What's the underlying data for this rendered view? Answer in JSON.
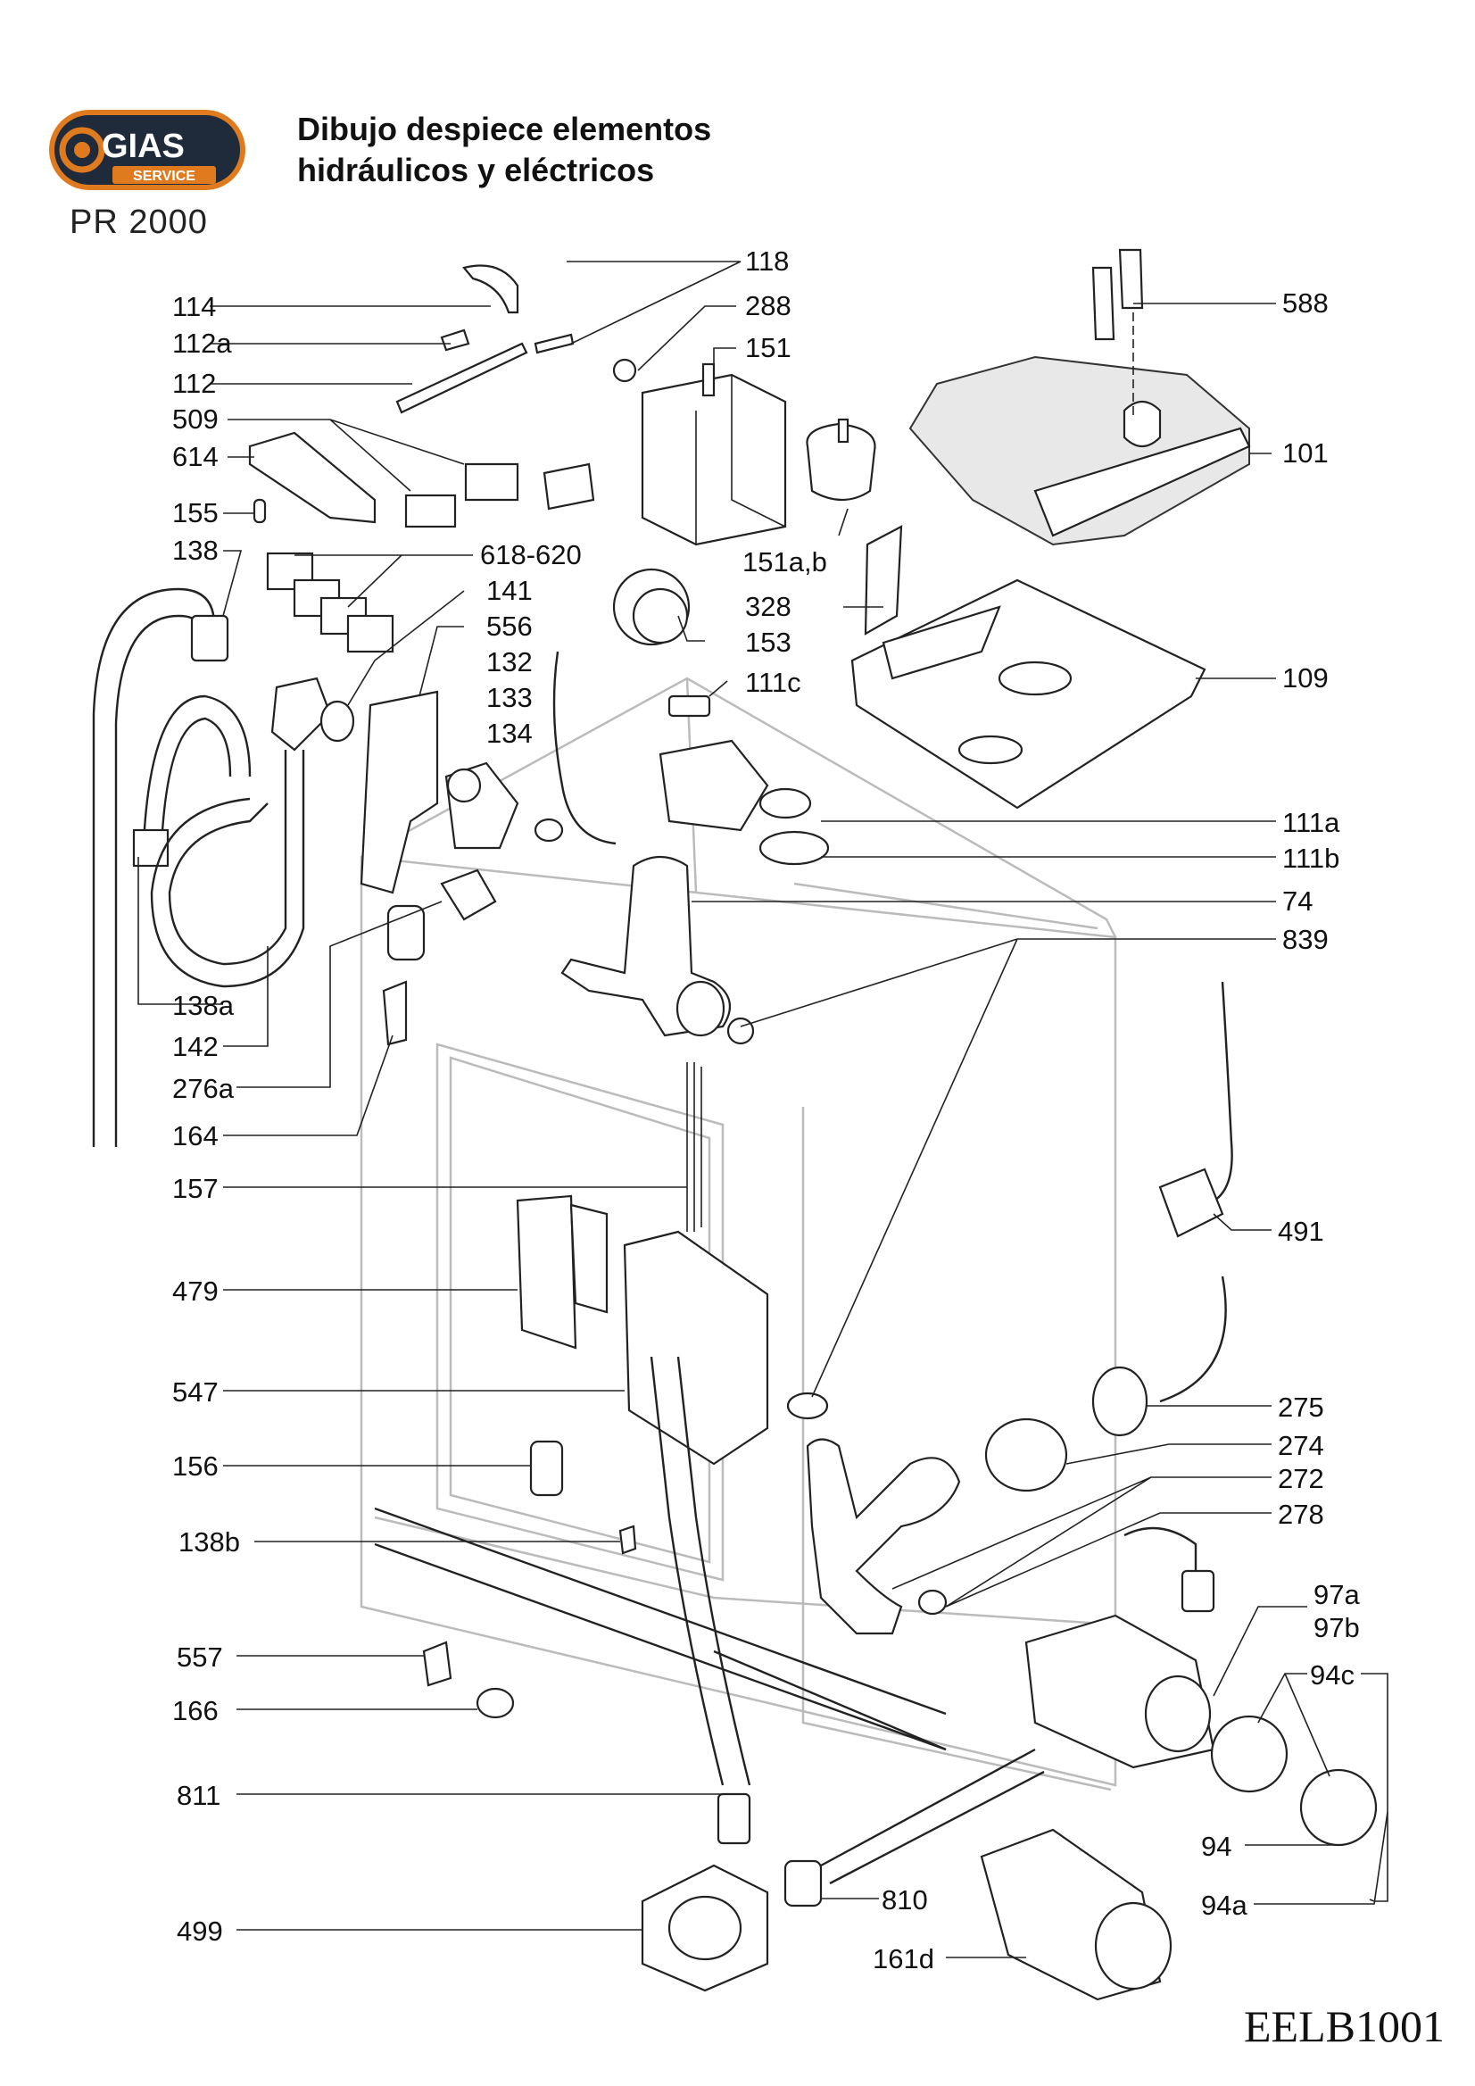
{
  "header": {
    "brand": "GIAS",
    "brand_sub": "SERVICE",
    "title_line1": "Dibujo despiece elementos",
    "title_line2": "hidráulicos y eléctricos",
    "model": "PR 2000"
  },
  "drawing_code": "EELB1001",
  "colors": {
    "logo_bg": "#1f2b3a",
    "logo_ring": "#e07a1f",
    "ink": "#111111"
  },
  "labels": {
    "p114": "114",
    "p112a": "112a",
    "p112": "112",
    "p509": "509",
    "p614": "614",
    "p155": "155",
    "p138": "138",
    "p118": "118",
    "p288": "288",
    "p151": "151",
    "p588": "588",
    "p101": "101",
    "p151ab": "151a,b",
    "p328": "328",
    "p618_620": "618-620",
    "p141": "141",
    "p556": "556",
    "p153": "153",
    "p132": "132",
    "p133": "133",
    "p134": "134",
    "p111c": "111c",
    "p109": "109",
    "p111a": "111a",
    "p111b": "111b",
    "p74": "74",
    "p839": "839",
    "p138a": "138a",
    "p142": "142",
    "p276a": "276a",
    "p164": "164",
    "p157": "157",
    "p491": "491",
    "p479": "479",
    "p547": "547",
    "p275": "275",
    "p274": "274",
    "p272": "272",
    "p278": "278",
    "p156": "156",
    "p138b": "138b",
    "p97a": "97a",
    "p97b": "97b",
    "p557": "557",
    "p94c": "94c",
    "p166": "166",
    "p811": "811",
    "p94": "94",
    "p810": "810",
    "p94a": "94a",
    "p499": "499",
    "p161d": "161d"
  }
}
